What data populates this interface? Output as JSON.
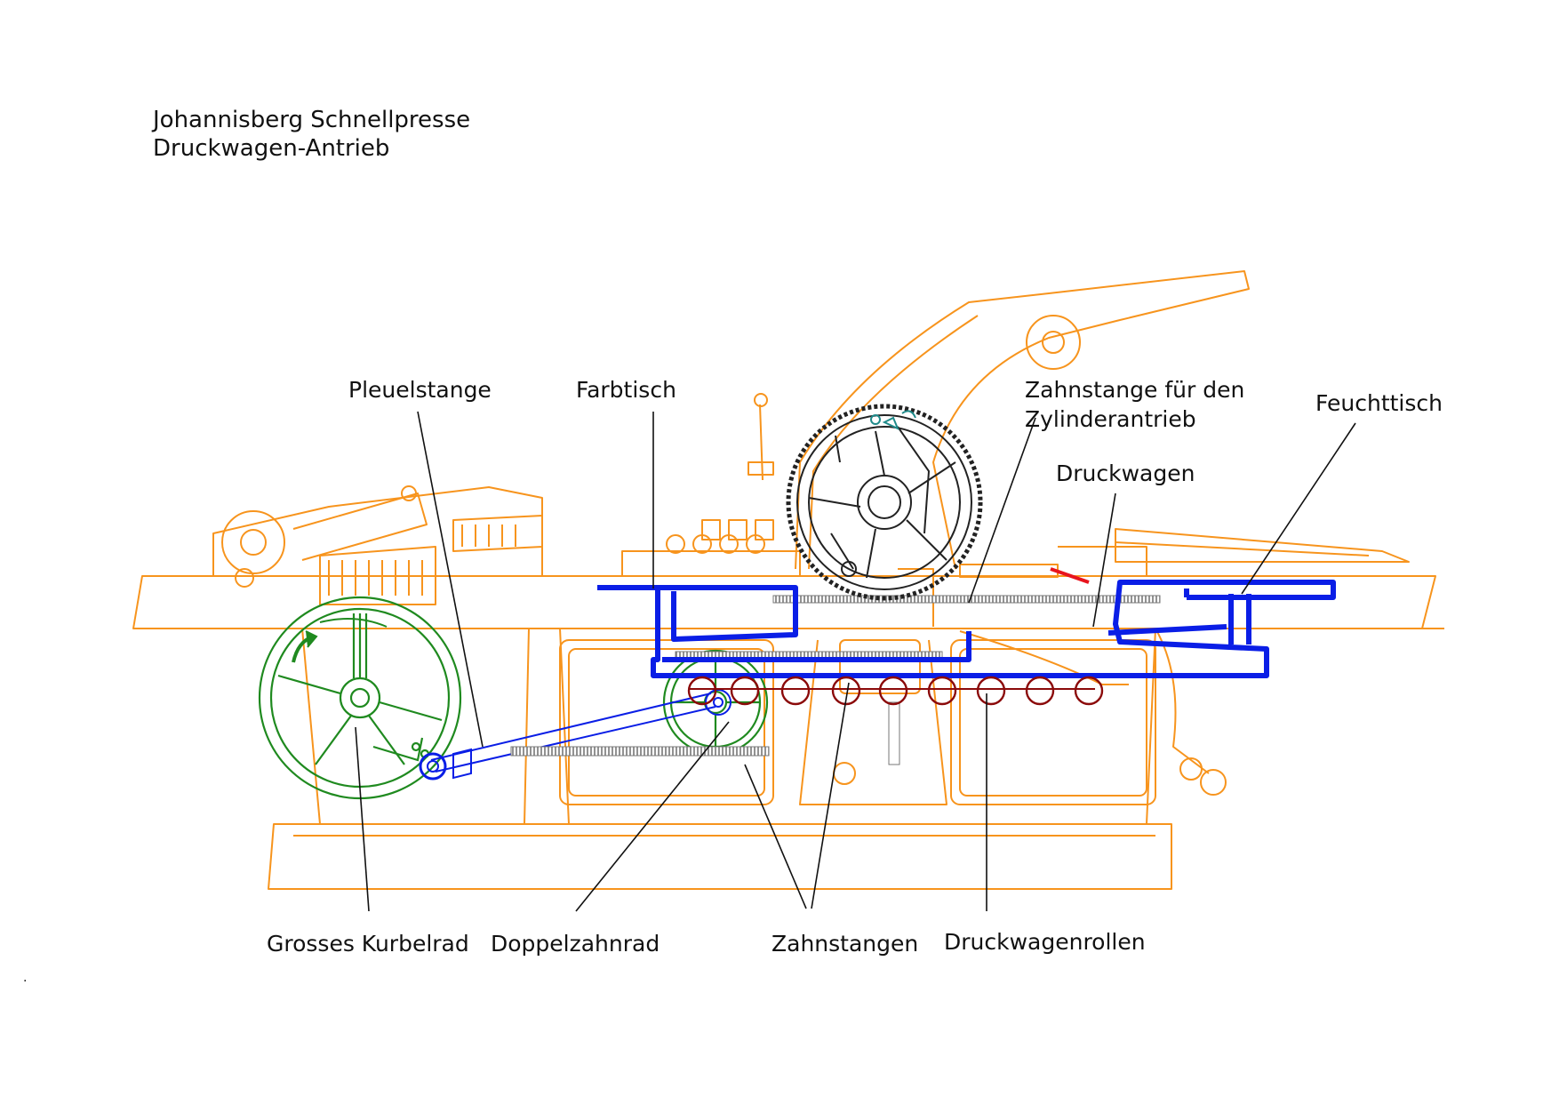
{
  "title": {
    "line1": "Johannisberg Schnellpresse",
    "line2": "Druckwagen-Antrieb"
  },
  "labels": {
    "pleuelstange": "Pleuelstange",
    "farbtisch": "Farbtisch",
    "zahnstange_zylinder_1": "Zahnstange für den",
    "zahnstange_zylinder_2": "Zylinderantrieb",
    "feuchttisch": "Feuchttisch",
    "druckwagen": "Druckwagen",
    "grosses_kurbelrad": "Grosses Kurbelrad",
    "doppelzahnrad": "Doppelzahnrad",
    "zahnstangen": "Zahnstangen",
    "druckwagenrollen": "Druckwagenrollen"
  },
  "footnote": ".",
  "colors": {
    "frame": "#f7941d",
    "drive": "#1f8a1f",
    "carriage": "#0a1ee6",
    "rollers": "#8b0a0a",
    "rack": "#777777",
    "cylinder": "#222222",
    "accent": "#e8141e",
    "leader": "#111111"
  }
}
